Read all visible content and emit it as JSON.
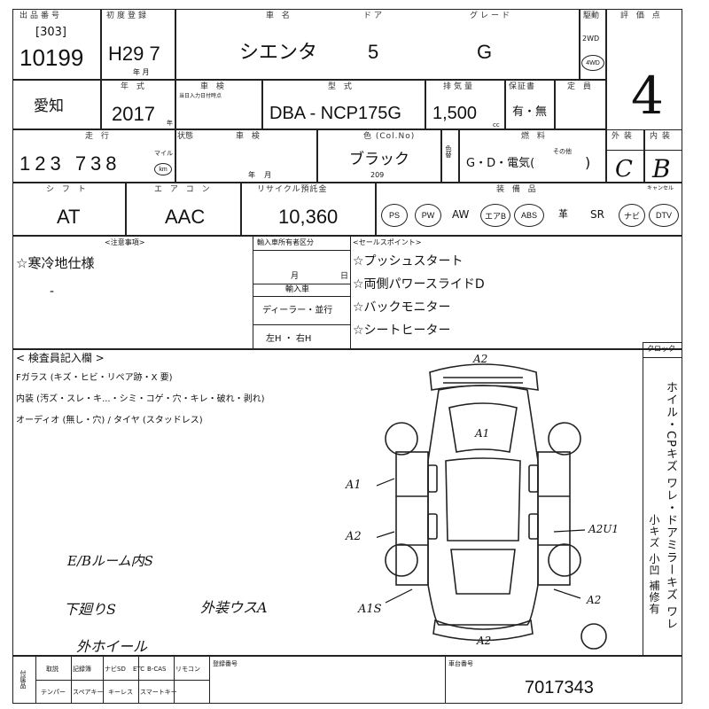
{
  "row1": {
    "labels": {
      "lot": "出品番号",
      "first_reg": "初度登録",
      "car_name": "車 名",
      "doors": "ドア",
      "grade": "グレード",
      "drive": "駆動",
      "score": "評 価 点"
    },
    "lot_prefix": "[303]",
    "lot_number": "10199",
    "first_reg": "H29 7",
    "first_reg_unit": "年 月",
    "car_name": "シエンタ",
    "doors": "5",
    "grade": "G",
    "drive_2wd": "2WD",
    "drive_4wd": "4WD",
    "score": "4"
  },
  "row2": {
    "labels": {
      "region": "",
      "year": "年 式",
      "shaken": "車 検",
      "model": "型 式",
      "displacement": "排気量",
      "warranty": "保証書",
      "capacity": "定 員"
    },
    "region": "愛知",
    "year": "2017",
    "year_unit": "年",
    "shaken_note": "当日入力日付時点",
    "model": "DBA - NCP175G",
    "displacement": "1,500",
    "displacement_unit": "cc",
    "warranty": "有・無"
  },
  "row3": {
    "labels": {
      "mileage": "走 行",
      "condition": "状態",
      "shaken": "車 検",
      "color": "色 (Col.No)",
      "fuel": "燃 料",
      "exterior": "外 装",
      "interior": "内 装"
    },
    "mileage": "123 738",
    "mileage_unit": "マイル",
    "mileage_km": "km",
    "year_month": "年    月",
    "color": "ブラック",
    "color_code": "209",
    "color_change": "色替",
    "fuel": "G・D・電気(",
    "fuel_other": "その他",
    "fuel_close": ")",
    "exterior": "C",
    "interior": "B"
  },
  "row4": {
    "labels": {
      "shift": "シ フ ト",
      "aircon": "エ ア コ ン",
      "recycle": "リサイクル預託金",
      "equipment": "装 備 品",
      "cancel": "キャンセル"
    },
    "shift": "AT",
    "aircon": "AAC",
    "recycle": "10,360",
    "equip": [
      "PS",
      "PW",
      "AW",
      "エアB",
      "ABS",
      "革",
      "SR",
      "ナビ",
      "DTV"
    ]
  },
  "notes": {
    "label": "<注意事項>",
    "items": [
      "☆寒冷地仕様",
      "-"
    ],
    "sales_label": "<セールスポイント>",
    "sales": [
      "☆プッシュスタート",
      "☆両側パワースライドD",
      "☆バックモニター",
      "☆シートヒーター"
    ],
    "transfer_label": "輸入車所有者区分",
    "month": "月",
    "day": "日",
    "import_label": "輸入車",
    "dealer": "ディーラー・並行",
    "handle": "左H ・ 右H"
  },
  "inspector": {
    "label": "< 検査員記入欄 >",
    "line1": "Fガラス (キズ・ヒビ・リペア跡・X 要)",
    "line2": "内装 (汚ズ・スレ・キ...・シミ・コゲ・穴・キレ・破れ・剥れ)",
    "line3": "オーディオ (無し・穴) / タイヤ (スタッドレス)",
    "hand1": "E/Bルーム内S",
    "hand2": "下廻りS",
    "hand3": "外装ウスA",
    "hand4": "外ホイール",
    "diag_top": "A2",
    "diag_hood": "A1",
    "diag_left": "A1",
    "diag_left2": "A2",
    "diag_rear_left": "A1S",
    "diag_right": "A2U1",
    "diag_bottom": "A2",
    "cross_label": "クロック",
    "vertical1": "ホイル・CPキズ ワレ・ドアミラーキズ ワレ",
    "vertical2": "小キズ 小凹 補修有"
  },
  "footer": {
    "labels": [
      "付属品",
      "取説",
      "記録簿",
      "ナビSD",
      "ETC",
      "B-CAS",
      "リモコン",
      "テンパー",
      "スペアキー",
      "キーレス",
      "スマートキー"
    ],
    "reg_label": "登録番号",
    "vehicle_label": "車台番号",
    "chassis": "7017343"
  }
}
